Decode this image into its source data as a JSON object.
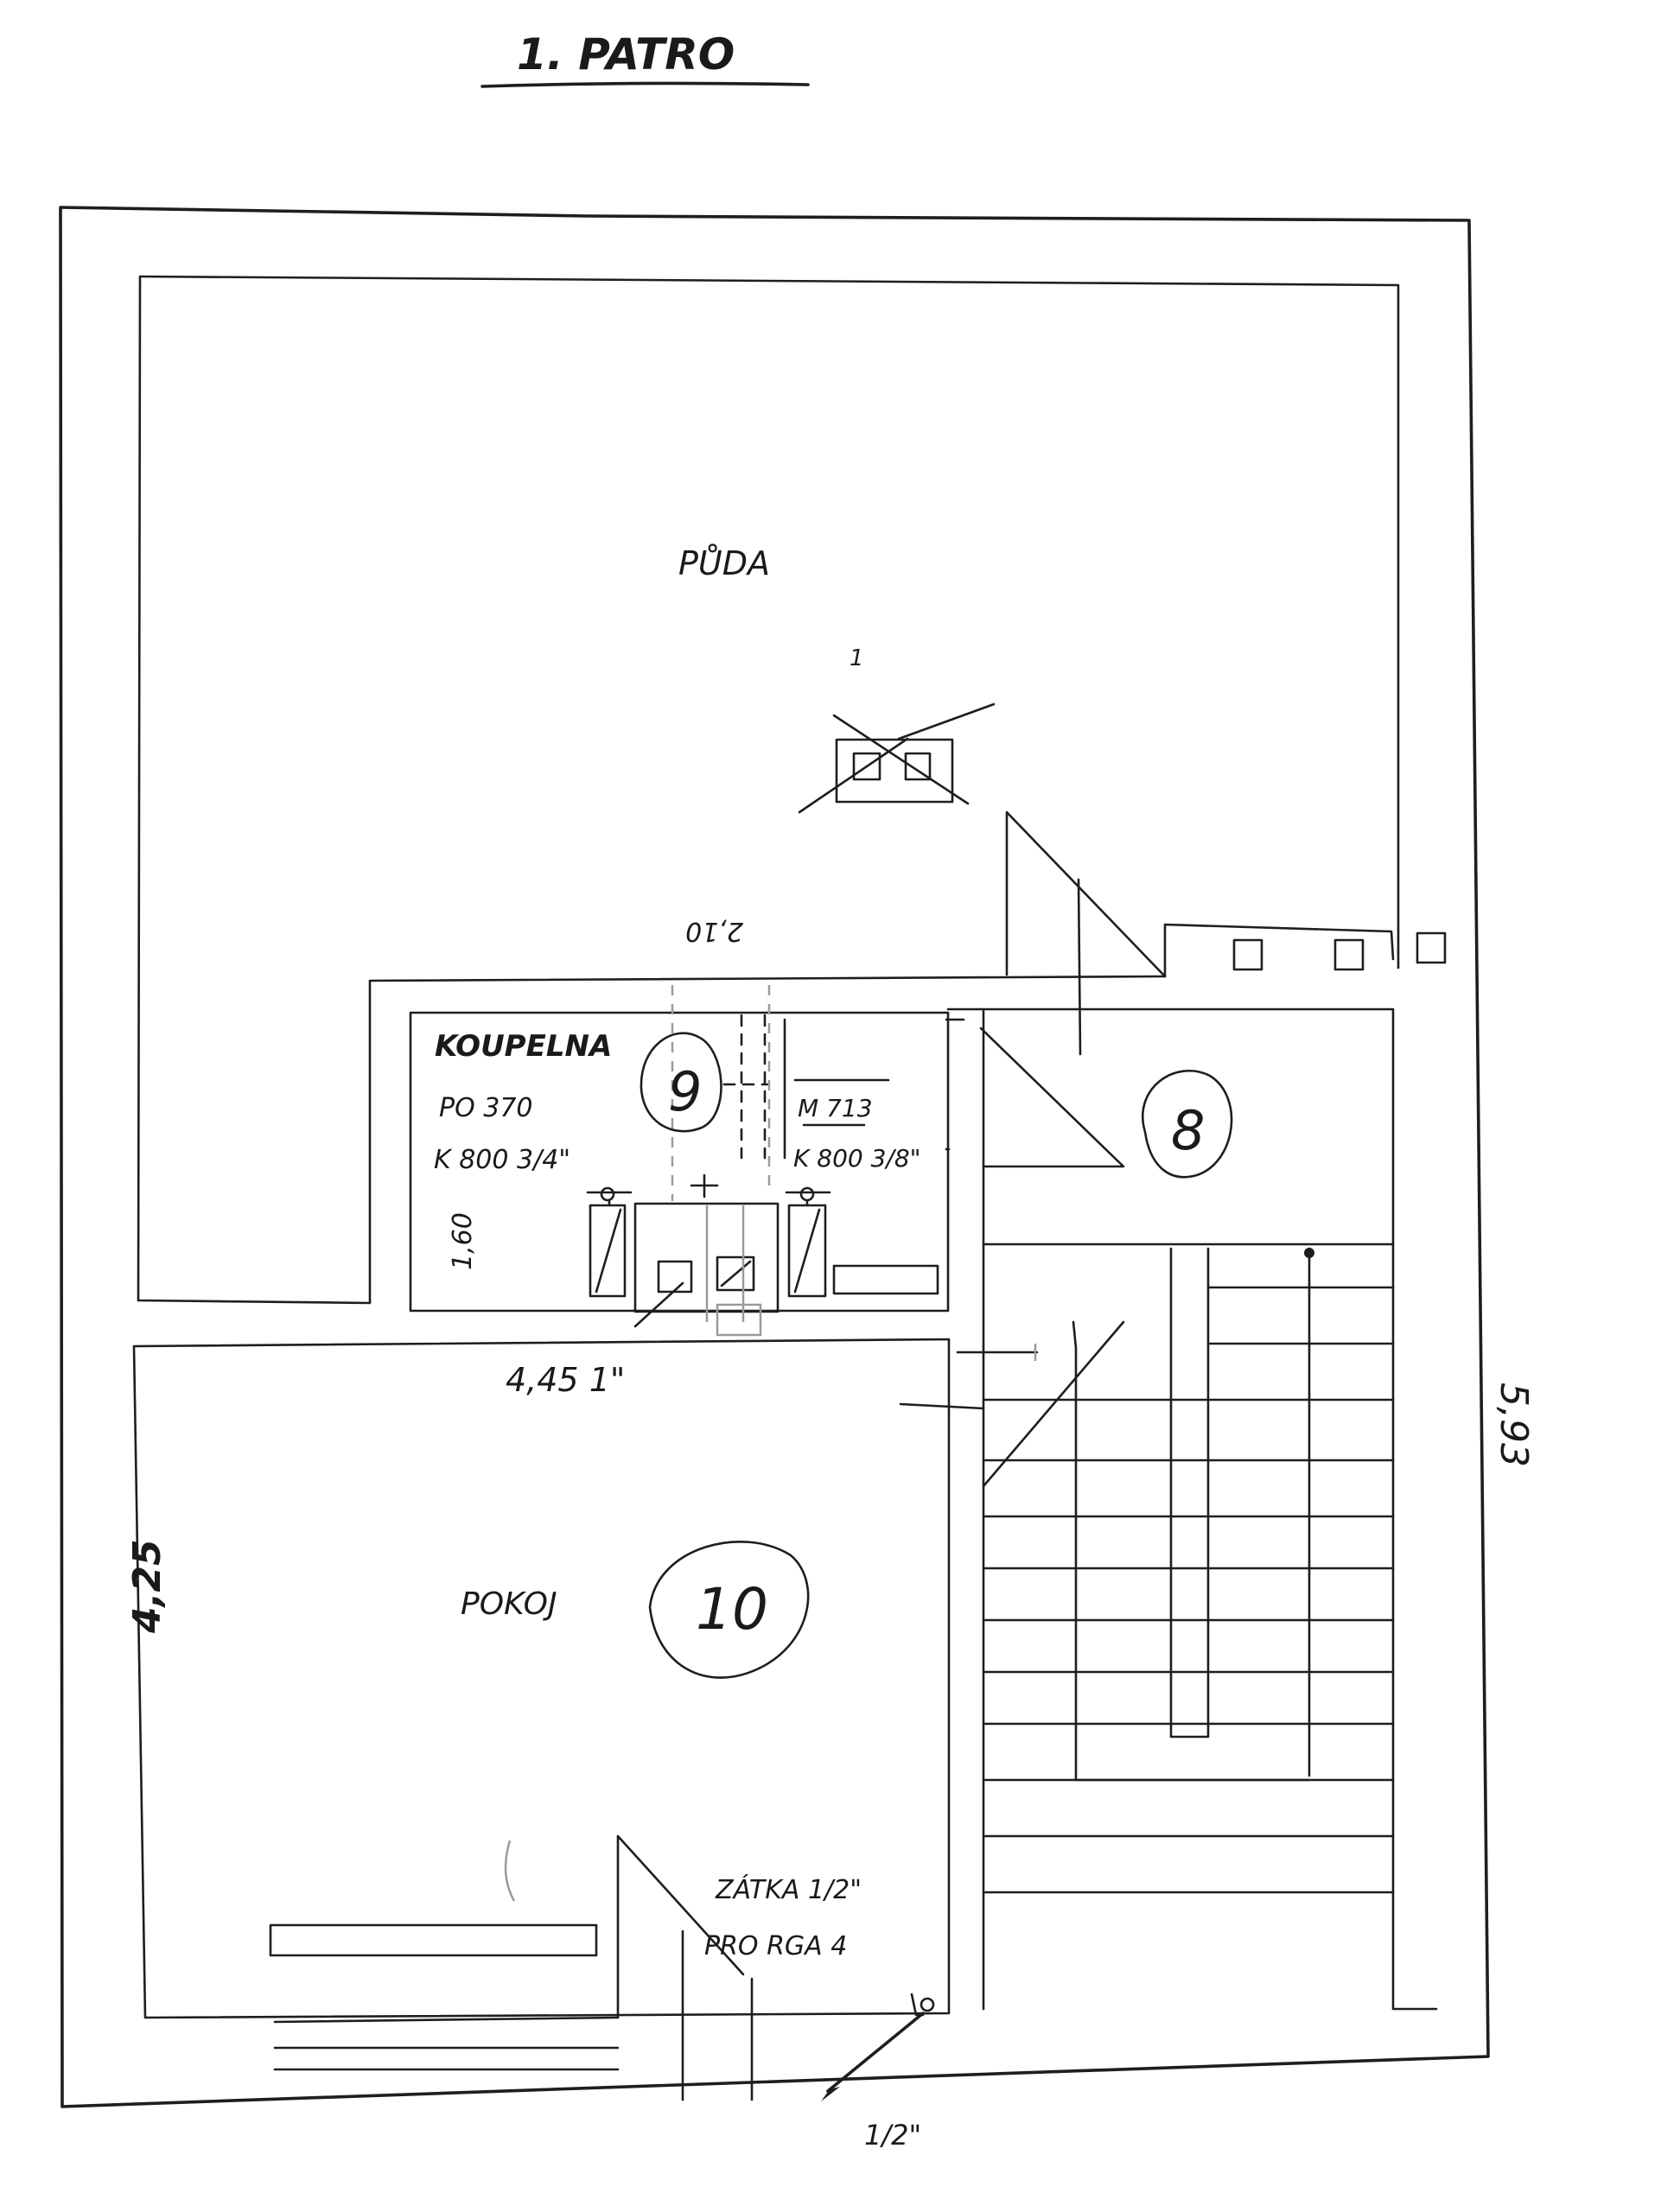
{
  "title": "1. PATRO",
  "rooms": {
    "attic": "PŮDA",
    "bathroom": "KOUPELNA",
    "room": "POKOJ"
  },
  "room_numbers": {
    "bathroom": "9",
    "stairs": "8",
    "room": "10"
  },
  "bathroom_notes": {
    "left_line1": "PO 370",
    "left_line2": "K 800 3/4\"",
    "right_line1": "M 713",
    "right_line2": "K 800 3/8\""
  },
  "pipe_notes": {
    "line1": "ZÁTKA 1/2\"",
    "line2": "PRO RGA 4",
    "pipe_label": "1/2\"",
    "riser_label": "4,45 1\""
  },
  "dimensions": {
    "right": "5,93",
    "left": "4,25",
    "bathroom_height": "1,60",
    "bathroom_width": "2,10",
    "chimney_mark": "1"
  }
}
